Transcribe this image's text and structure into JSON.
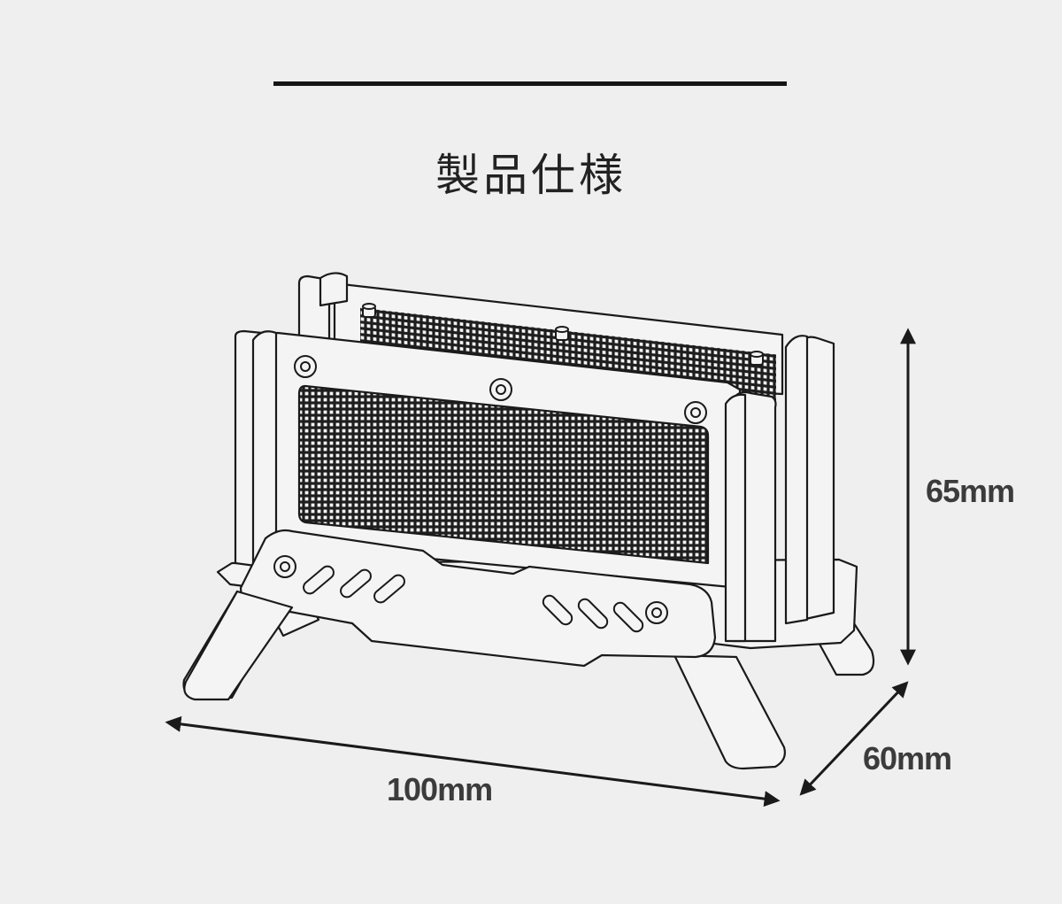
{
  "title": "製品仕様",
  "dimensions": {
    "height": "65mm",
    "depth": "60mm",
    "width": "100mm"
  },
  "colors": {
    "background": "#efefef",
    "line": "#1a1a1a",
    "text": "#3b3b3b"
  }
}
